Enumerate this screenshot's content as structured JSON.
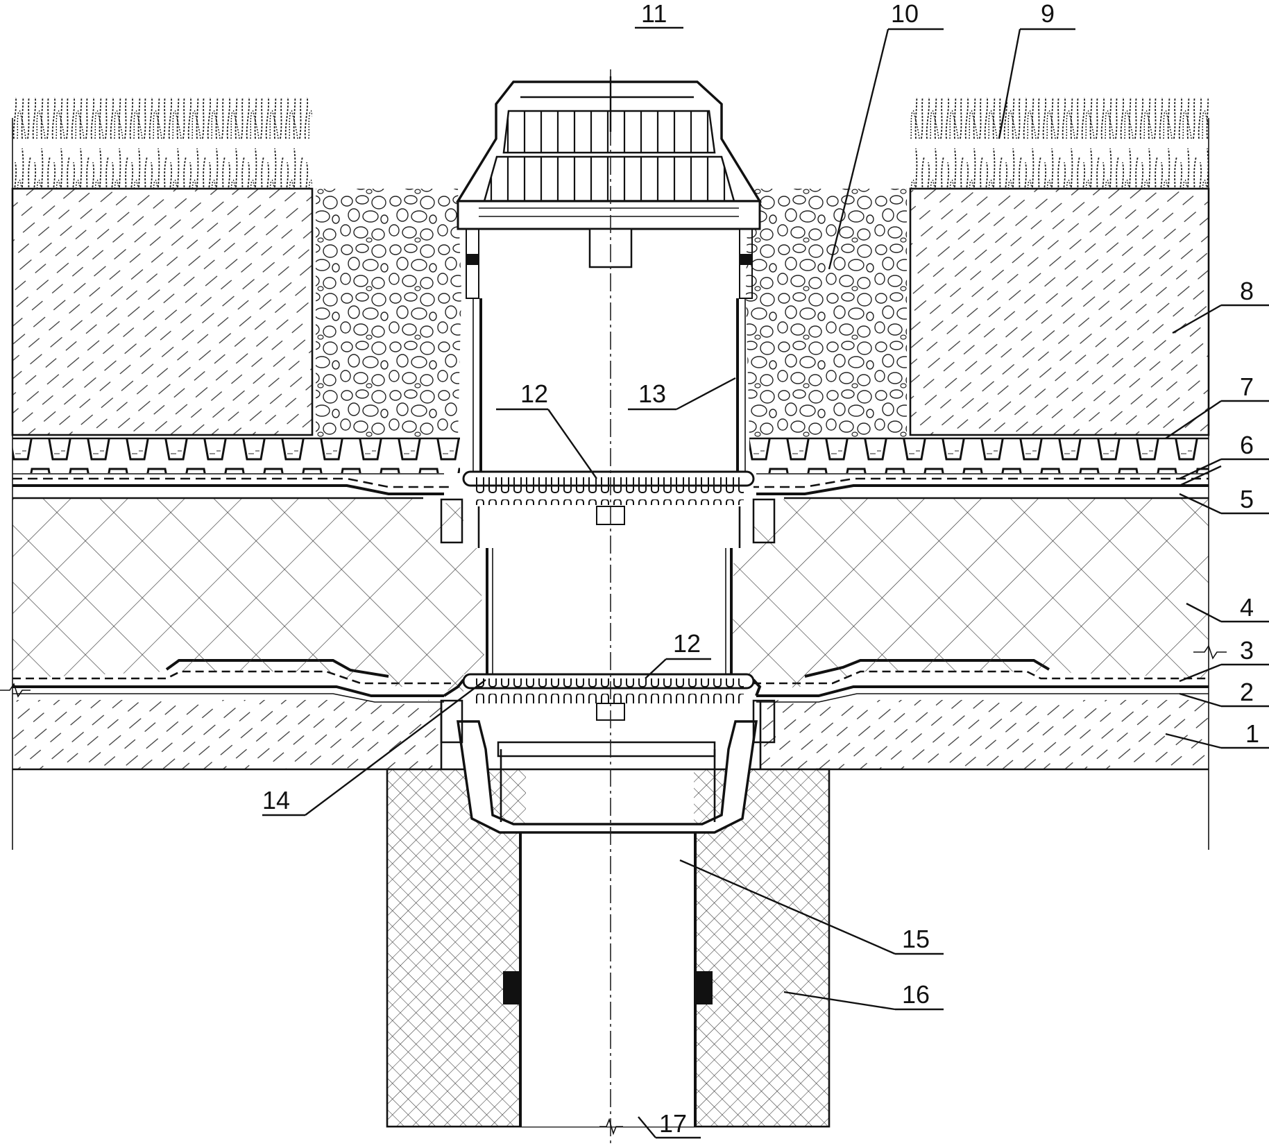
{
  "labels": {
    "l1": "1",
    "l2": "2",
    "l3": "3",
    "l4": "4",
    "l5": "5",
    "l6": "6",
    "l7": "7",
    "l8": "8",
    "l9": "9",
    "l10": "10",
    "l11": "11",
    "l12_upper": "12",
    "l12_lower": "12",
    "l13": "13",
    "l14": "14",
    "l15": "15",
    "l16": "16",
    "l17": "17"
  },
  "colors": {
    "line": "#111111",
    "paper": "#ffffff"
  }
}
